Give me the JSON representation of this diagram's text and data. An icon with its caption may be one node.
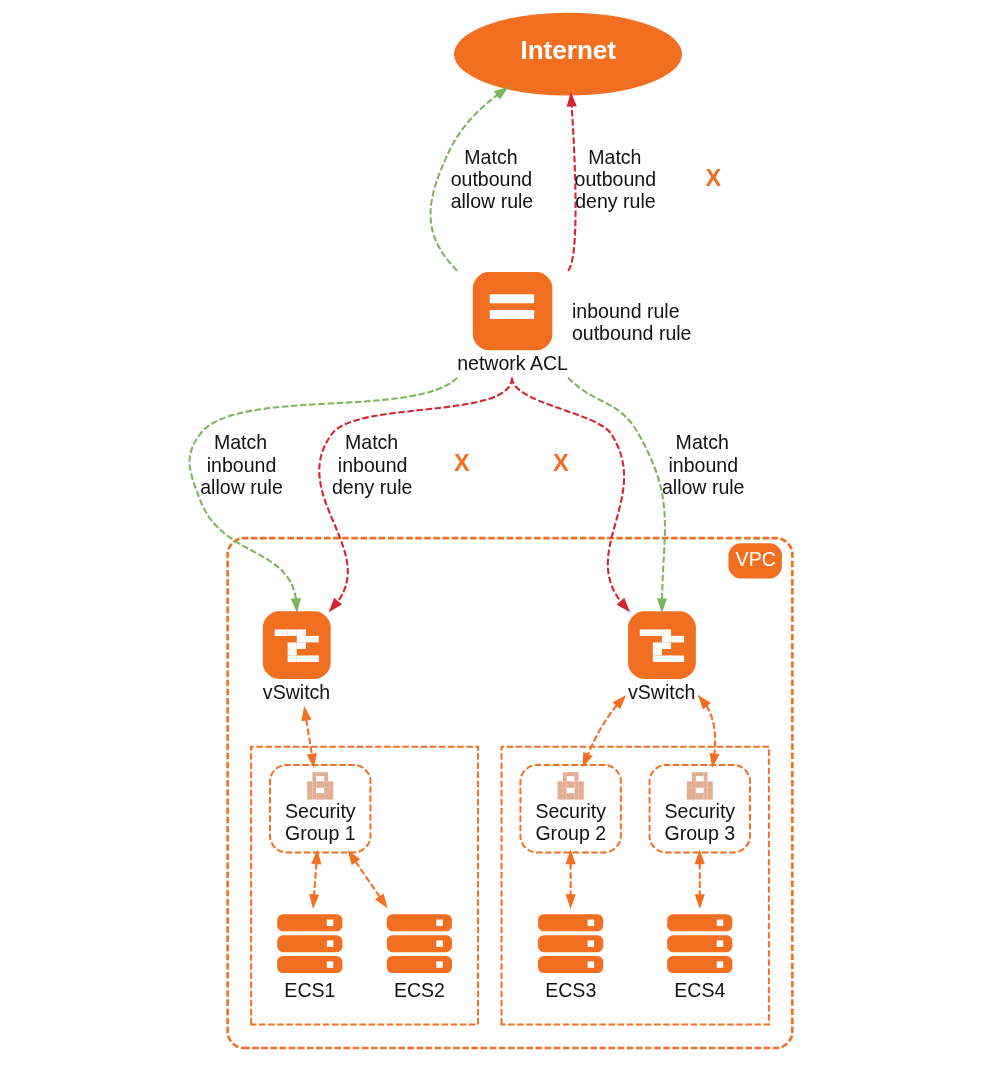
{
  "diagram": {
    "nodes": [
      {
        "text": [
          "Internet"
        ]
      },
      {
        "text": [
          "network ACL"
        ],
        "beside": [
          "inbound rule",
          "outbound rule"
        ]
      },
      {
        "text": [
          "VPC"
        ]
      },
      {
        "text": [
          "vSwitch"
        ],
        "in": 2
      },
      {
        "text": [
          "vSwitch"
        ],
        "in": 2
      },
      {
        "text": [],
        "shape": "box",
        "in": 2
      },
      {
        "text": [
          "Security Group 1"
        ],
        "in": 5
      },
      {
        "text": [
          "ECS1"
        ],
        "in": 5
      },
      {
        "text": [
          "ECS2"
        ],
        "in": 5
      },
      {
        "text": [],
        "shape": "box",
        "in": 2
      },
      {
        "text": [
          "Security Group 2"
        ],
        "in": 9
      },
      {
        "text": [
          "Security Group 3"
        ],
        "in": 9
      },
      {
        "text": [
          "ECS3"
        ],
        "in": 9
      },
      {
        "text": [
          "ECS4"
        ],
        "in": 9
      }
    ],
    "edges": [
      {
        "from": 1,
        "to": 0,
        "arrow": "to",
        "label": "Match outbound allow rule",
        "style": "dashed",
        "color": "#7cb55e"
      },
      {
        "from": 1,
        "to": 0,
        "arrow": "to",
        "label": "Match outbound deny rule",
        "style": "dashed",
        "color": "#d32630"
      },
      {
        "from": 1,
        "to": 3,
        "arrow": "to",
        "label": "Match inbound allow rule",
        "style": "dashed",
        "color": "#7cb55e"
      },
      {
        "from": 1,
        "to": 3,
        "arrow": "to",
        "label": "Match inbound deny rule",
        "style": "dashed",
        "color": "#d32630"
      },
      {
        "from": 1,
        "to": 4,
        "arrow": "to",
        "style": "dashed",
        "color": "#d32630"
      },
      {
        "from": 1,
        "to": 4,
        "arrow": "to",
        "label": "Match inbound allow rule",
        "style": "dashed",
        "color": "#7cb55e"
      },
      {
        "from": 3,
        "to": 6,
        "arrow": "both",
        "style": "dashed"
      },
      {
        "from": 6,
        "to": 7,
        "arrow": "both",
        "style": "dashed"
      },
      {
        "from": 6,
        "to": 8,
        "arrow": "both",
        "style": "dashed"
      },
      {
        "from": 4,
        "to": 10,
        "arrow": "both",
        "style": "dashed"
      },
      {
        "from": 4,
        "to": 11,
        "arrow": "both",
        "style": "dashed"
      },
      {
        "from": 10,
        "to": 12,
        "arrow": "both",
        "style": "dashed"
      },
      {
        "from": 11,
        "to": 13,
        "arrow": "both",
        "style": "dashed"
      }
    ],
    "labels": [
      "X",
      "X",
      "X"
    ]
  }
}
